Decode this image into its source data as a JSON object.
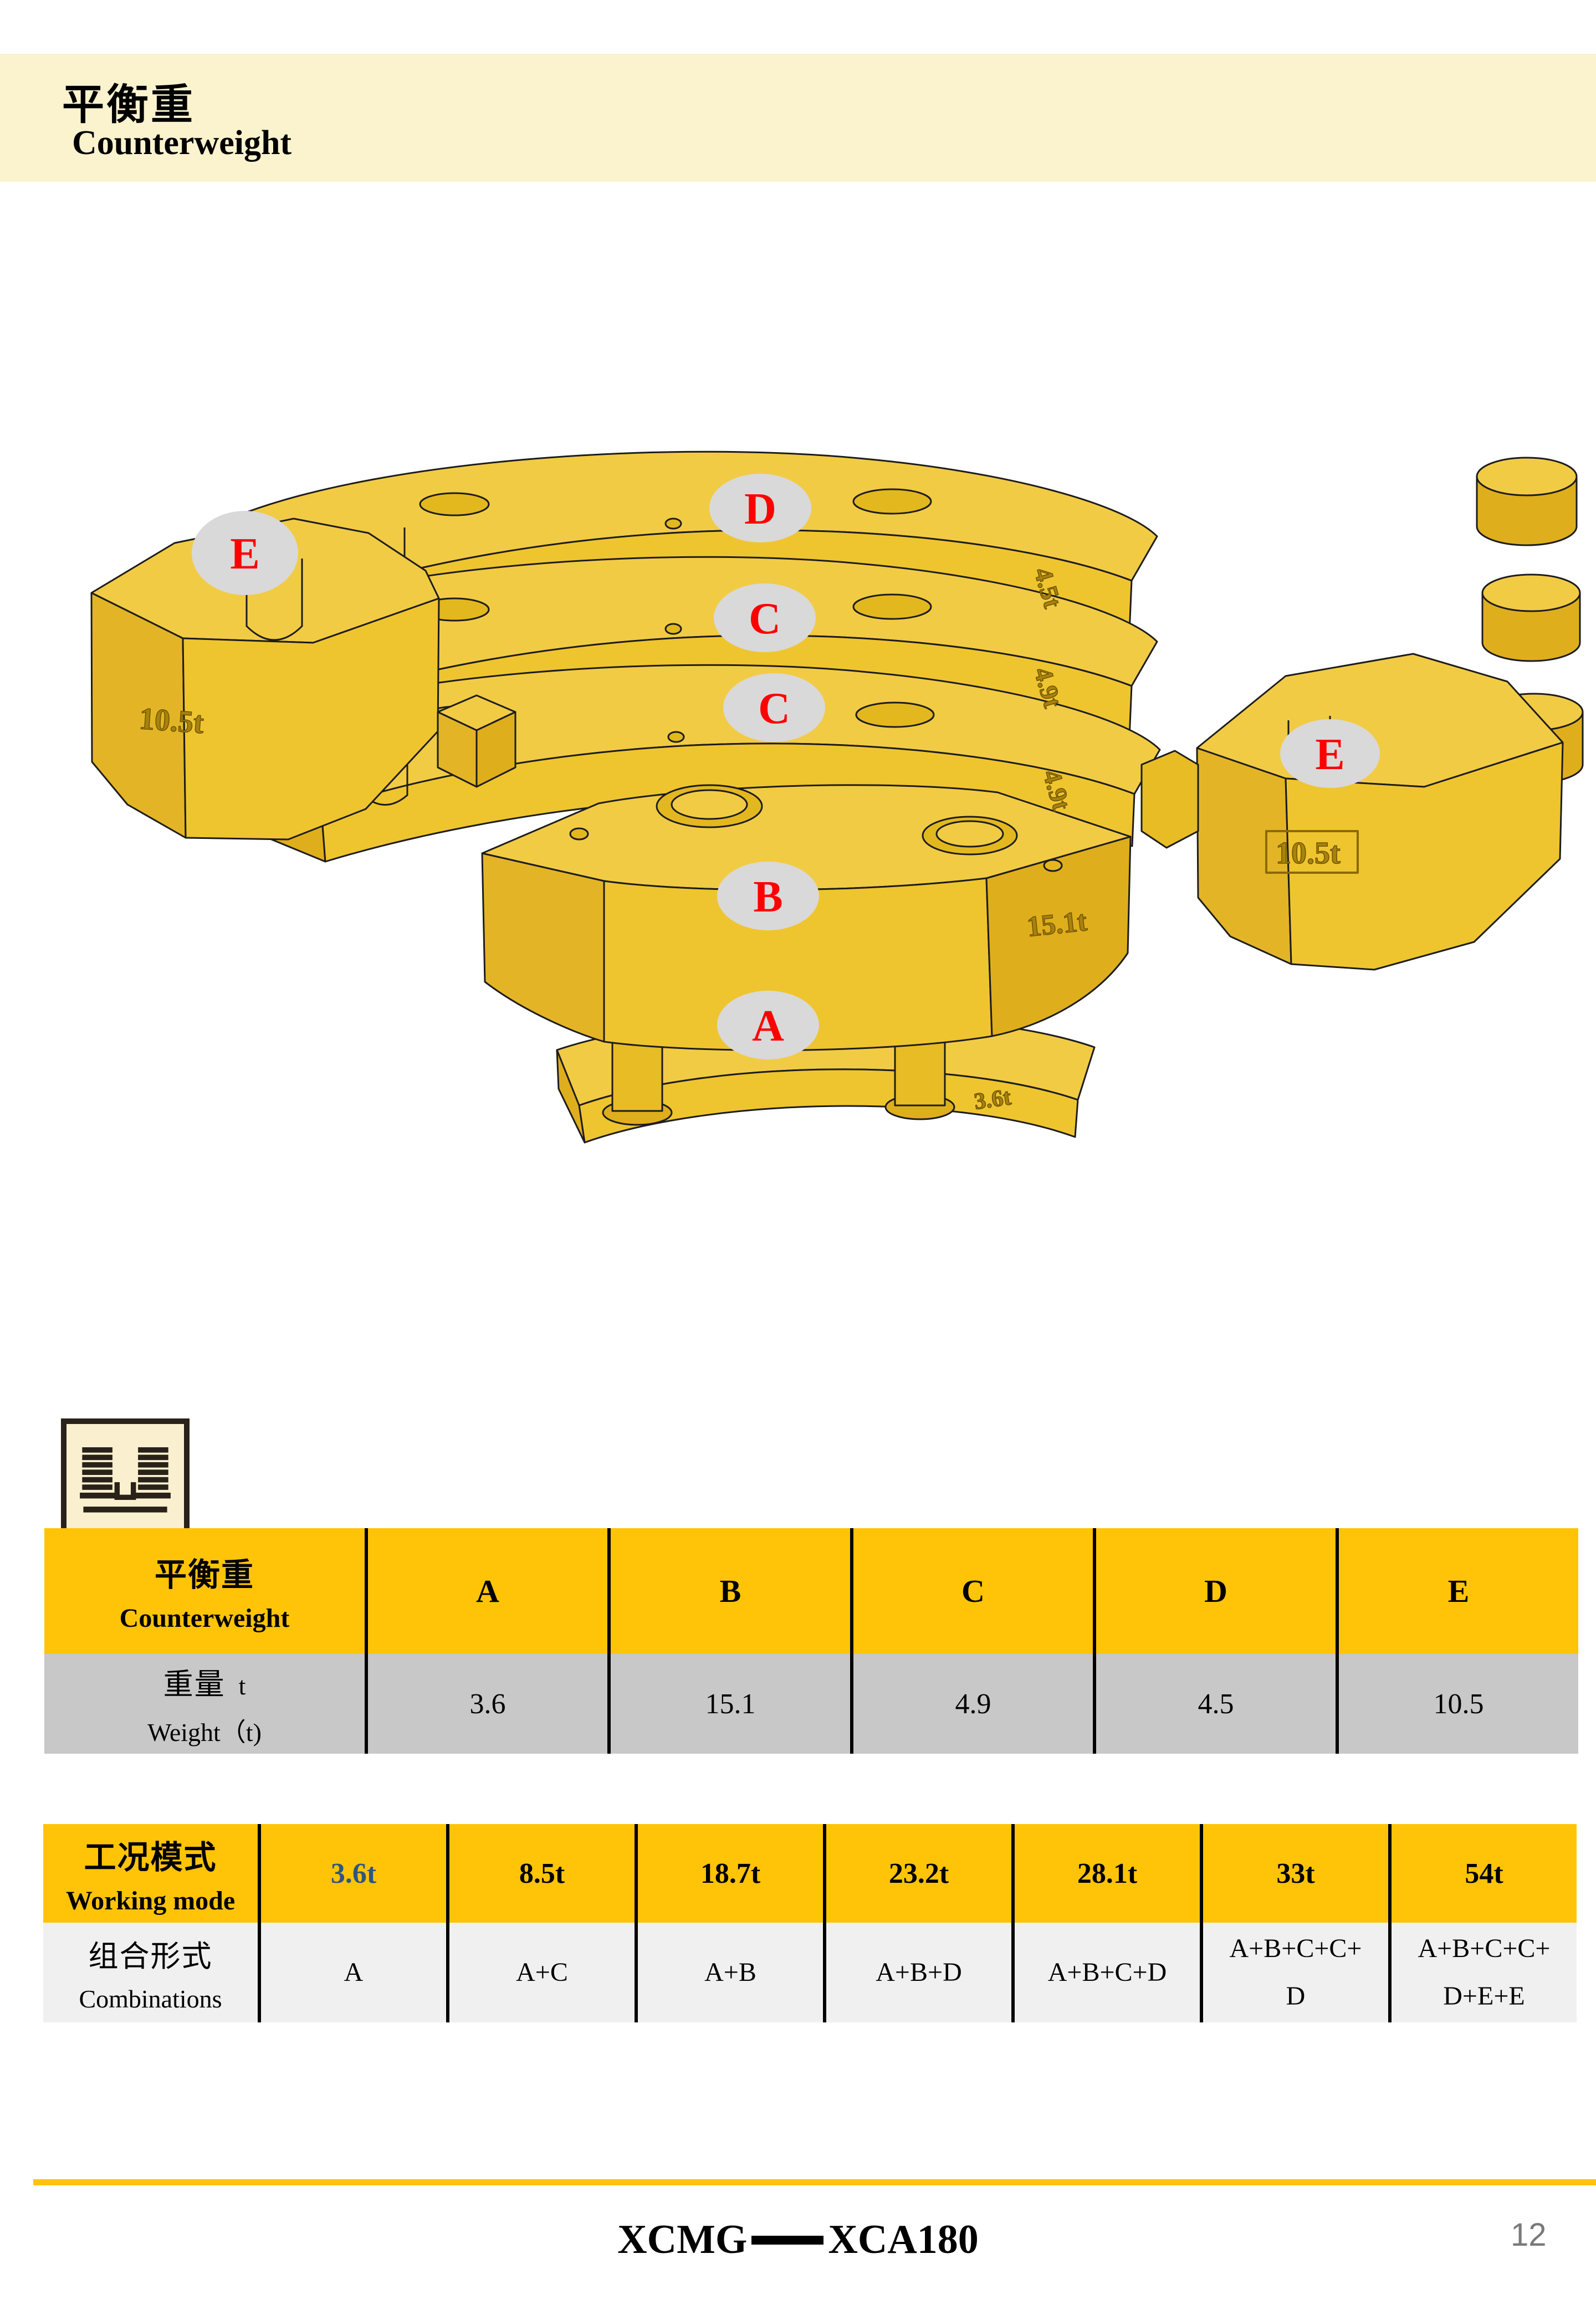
{
  "header": {
    "title_cn": "平衡重",
    "title_en": "Counterweight"
  },
  "diagram": {
    "labels": [
      {
        "id": "e-left",
        "text": "E"
      },
      {
        "id": "d",
        "text": "D"
      },
      {
        "id": "c-upper",
        "text": "C"
      },
      {
        "id": "c-lower",
        "text": "C"
      },
      {
        "id": "b",
        "text": "B"
      },
      {
        "id": "a",
        "text": "A"
      },
      {
        "id": "e-right",
        "text": "E"
      }
    ],
    "embossed": [
      "4.5t",
      "4.9t",
      "4.9t",
      "15.1t",
      "3.6t",
      "10.5t",
      "10.5t"
    ]
  },
  "table1": {
    "header_cn": "平衡重",
    "header_en": "Counterweight",
    "columns": [
      "A",
      "B",
      "C",
      "D",
      "E"
    ],
    "row_label_cn": "重量",
    "row_label_unit": "t",
    "row_label_en": "Weight（t)",
    "values": [
      "3.6",
      "15.1",
      "4.9",
      "4.5",
      "10.5"
    ]
  },
  "table2": {
    "header_cn": "工况模式",
    "header_en": "Working mode",
    "modes": [
      "3.6t",
      "8.5t",
      "18.7t",
      "23.2t",
      "28.1t",
      "33t",
      "54t"
    ],
    "row_label_cn": "组合形式",
    "row_label_en": "Combinations",
    "combinations": [
      "A",
      "A+C",
      "A+B",
      "A+B+D",
      "A+B+C+D",
      "A+B+C+C+\nD",
      "A+B+C+C+\nD+E+E"
    ]
  },
  "footer": {
    "brand_left": "XCMG",
    "brand_right": "XCA180",
    "page_number": "12"
  },
  "colors": {
    "header_band": "#FBF2CE",
    "table_gold": "#FFC407",
    "table1_row": "#C8C8C8",
    "table2_row": "#F0F0F0",
    "block_gold": "#EFC52F",
    "label_red": "#FF0000",
    "mode_blue": "#2E5680",
    "footer_bar": "#FFC30B"
  }
}
